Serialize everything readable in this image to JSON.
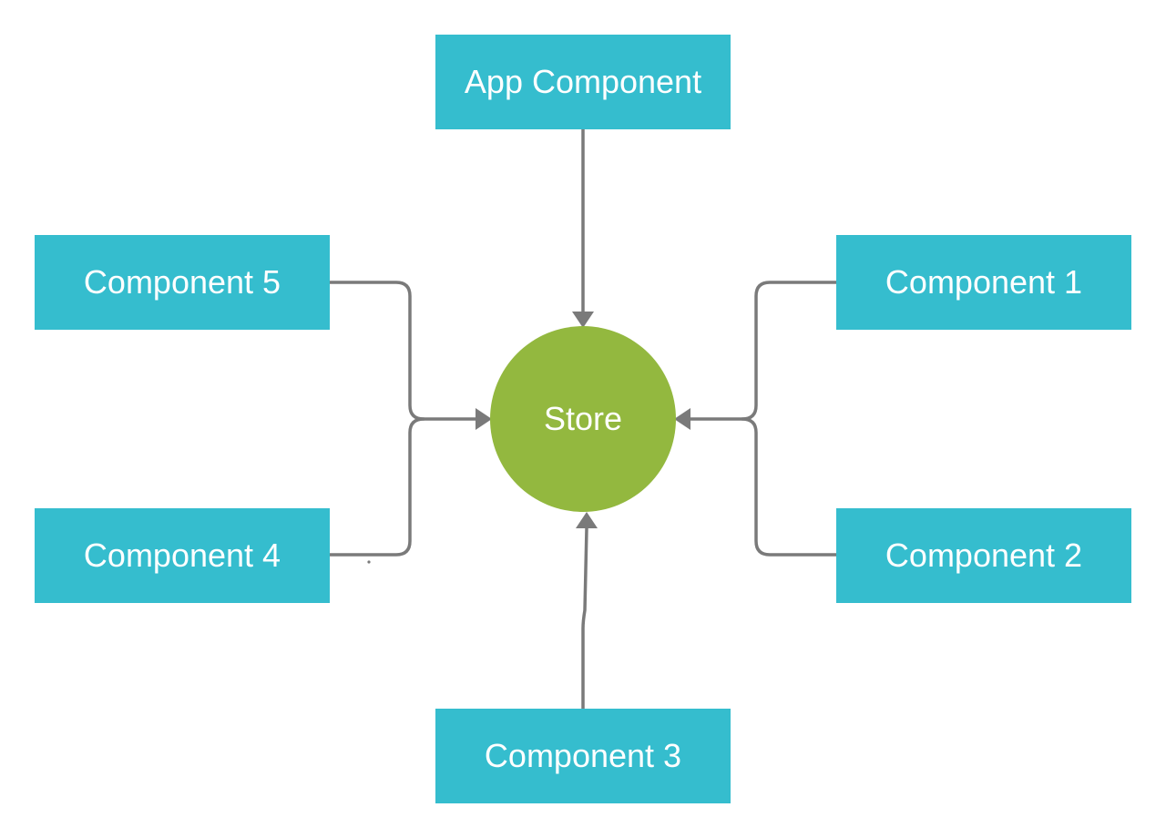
{
  "colors": {
    "component_fill": "#35BDCE",
    "store_fill": "#93B83F",
    "connector": "#7A7A7A",
    "text": "#FFFFFF"
  },
  "nodes": {
    "app": "App Component",
    "component_5": "Component 5",
    "component_1": "Component 1",
    "component_4": "Component 4",
    "component_2": "Component 2",
    "component_3": "Component 3",
    "store": "Store"
  },
  "edges": [
    {
      "from": "App Component",
      "to": "Store"
    },
    {
      "from": "Component 5",
      "to": "Store"
    },
    {
      "from": "Component 4",
      "to": "Store"
    },
    {
      "from": "Component 1",
      "to": "Store"
    },
    {
      "from": "Component 2",
      "to": "Store"
    },
    {
      "from": "Component 3",
      "to": "Store"
    }
  ]
}
